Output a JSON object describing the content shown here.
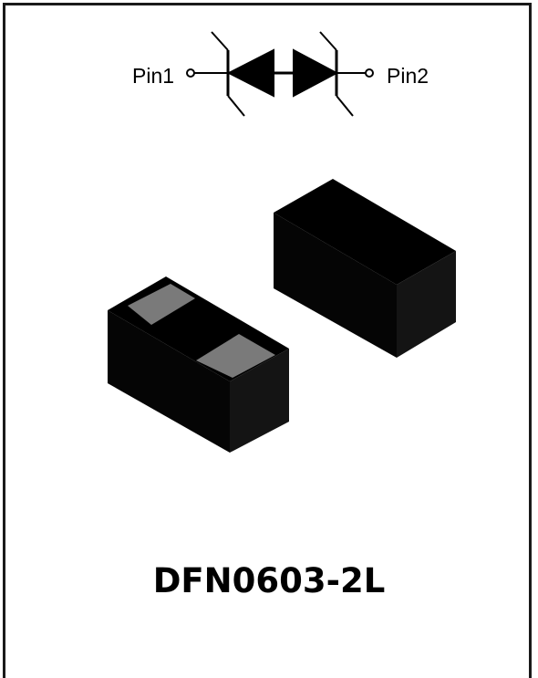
{
  "schematic": {
    "pin1_label": "Pin1",
    "pin2_label": "Pin2",
    "symbol": "bidirectional-tvs-diode"
  },
  "package": {
    "name": "DFN0603-2L"
  },
  "colors": {
    "body": "#000000",
    "pad": "#7a7a7a",
    "border": "#1a1a1a"
  }
}
